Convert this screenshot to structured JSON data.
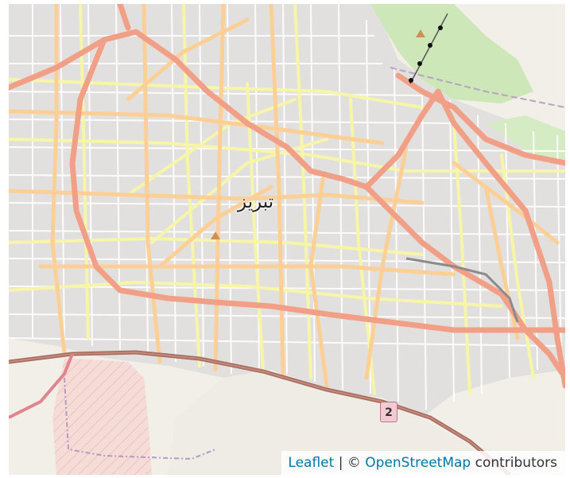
{
  "map": {
    "city_label": "تبریز",
    "route_shield": "2",
    "attribution": {
      "leaflet_link": "Leaflet",
      "separator": " | © ",
      "osm_link": "OpenStreetMap",
      "suffix": " contributors"
    },
    "colors": {
      "land": "#f2efe9",
      "urban": "#e0dfdf",
      "trunk": "#f4a58e",
      "primary": "#fcd6a4",
      "secondary": "#f7fabf",
      "street": "#ffffff",
      "park": "#c8e6b4",
      "motorway": "#b06b5f",
      "military": "#f3d0cc",
      "railway": "#9a9a9a"
    },
    "icons": [
      "peak-icon",
      "peak-icon",
      "power-line-icon",
      "route-shield-icon"
    ]
  }
}
